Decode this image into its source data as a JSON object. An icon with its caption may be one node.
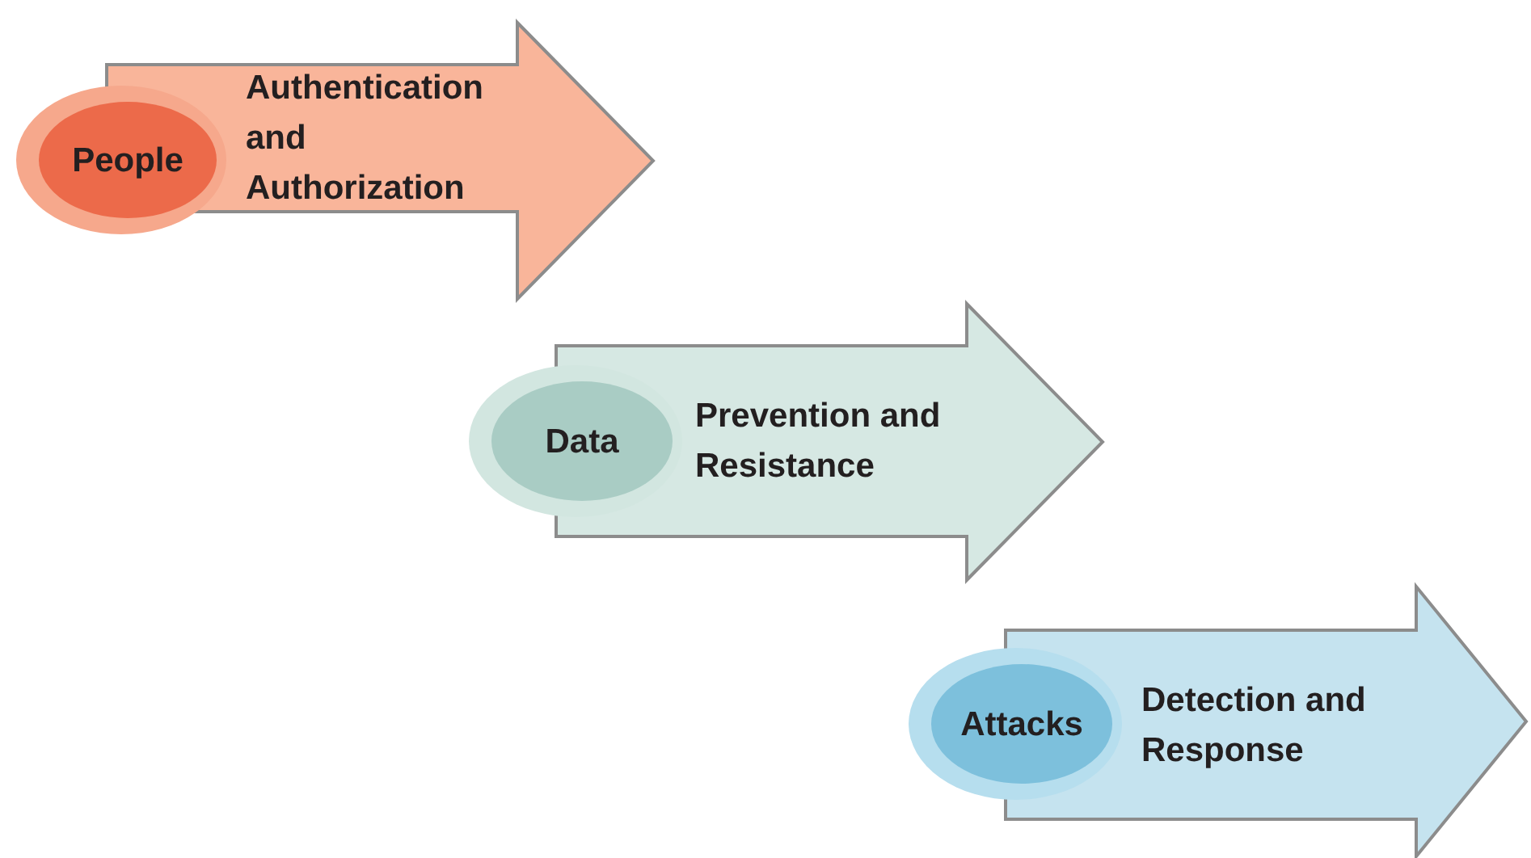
{
  "diagram": {
    "nodes": [
      {
        "text": [
          "People"
        ]
      },
      {
        "text": [
          "Authentication and Authorization"
        ]
      },
      {
        "text": [
          "Data"
        ]
      },
      {
        "text": [
          "Prevention and Resistance"
        ]
      },
      {
        "text": [
          "Attacks"
        ]
      },
      {
        "text": [
          "Detection and Response"
        ]
      }
    ]
  }
}
